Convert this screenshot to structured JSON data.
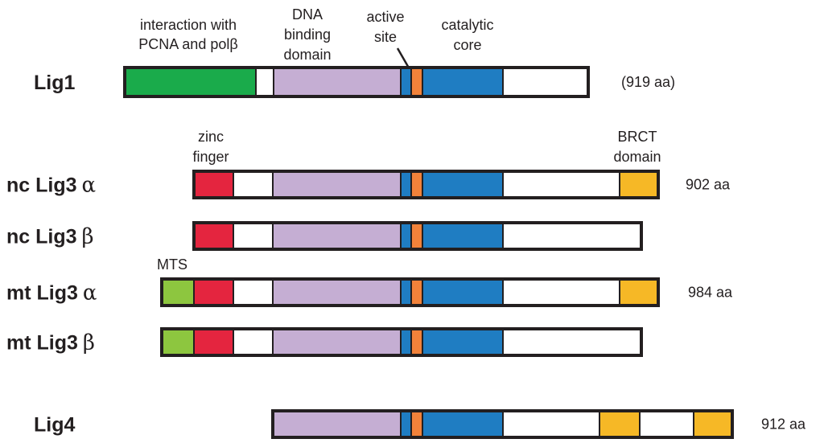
{
  "domain_labels": {
    "interaction": [
      "interaction with",
      "PCNA and polβ"
    ],
    "dna_binding": [
      "DNA",
      "binding",
      "domain"
    ],
    "active_site": [
      "active",
      "site"
    ],
    "catalytic": [
      "catalytic",
      "core"
    ],
    "zinc_finger": [
      "zinc",
      "finger"
    ],
    "brct": [
      "BRCT",
      "domain"
    ],
    "mts": "MTS"
  },
  "colors": {
    "interaction": "#1aab4b",
    "dna_binding": "#c5aed3",
    "catalytic": "#1f7dc2",
    "active_site": "#f2823a",
    "zinc_finger": "#e4253f",
    "brct": "#f6b826",
    "mts": "#8dc63f",
    "empty": "#ffffff",
    "outline": "#231f20"
  },
  "proteins": [
    {
      "id": "lig1",
      "prefix": "Lig1",
      "greek": "",
      "length": "(919 aa)",
      "segments": [
        "interaction",
        "empty",
        "dna_binding",
        "catalytic",
        "active_site",
        "catalytic",
        "empty"
      ]
    },
    {
      "id": "nc-lig3-alpha",
      "prefix": "nc Lig3",
      "greek": "α",
      "length": "902 aa",
      "segments": [
        "zinc_finger",
        "empty",
        "dna_binding",
        "catalytic",
        "active_site",
        "catalytic",
        "empty",
        "brct"
      ]
    },
    {
      "id": "nc-lig3-beta",
      "prefix": "nc Lig3",
      "greek": "β",
      "length": "",
      "segments": [
        "zinc_finger",
        "empty",
        "dna_binding",
        "catalytic",
        "active_site",
        "catalytic",
        "empty"
      ]
    },
    {
      "id": "mt-lig3-alpha",
      "prefix": "mt Lig3",
      "greek": "α",
      "length": "984 aa",
      "segments": [
        "mts",
        "zinc_finger",
        "empty",
        "dna_binding",
        "catalytic",
        "active_site",
        "catalytic",
        "empty",
        "brct"
      ]
    },
    {
      "id": "mt-lig3-beta",
      "prefix": "mt Lig3",
      "greek": "β",
      "length": "",
      "segments": [
        "mts",
        "zinc_finger",
        "empty",
        "dna_binding",
        "catalytic",
        "active_site",
        "catalytic",
        "empty"
      ]
    },
    {
      "id": "lig4",
      "prefix": "Lig4",
      "greek": "",
      "length": "912 aa",
      "segments": [
        "dna_binding",
        "catalytic",
        "active_site",
        "catalytic",
        "empty",
        "brct",
        "empty",
        "brct"
      ]
    }
  ]
}
